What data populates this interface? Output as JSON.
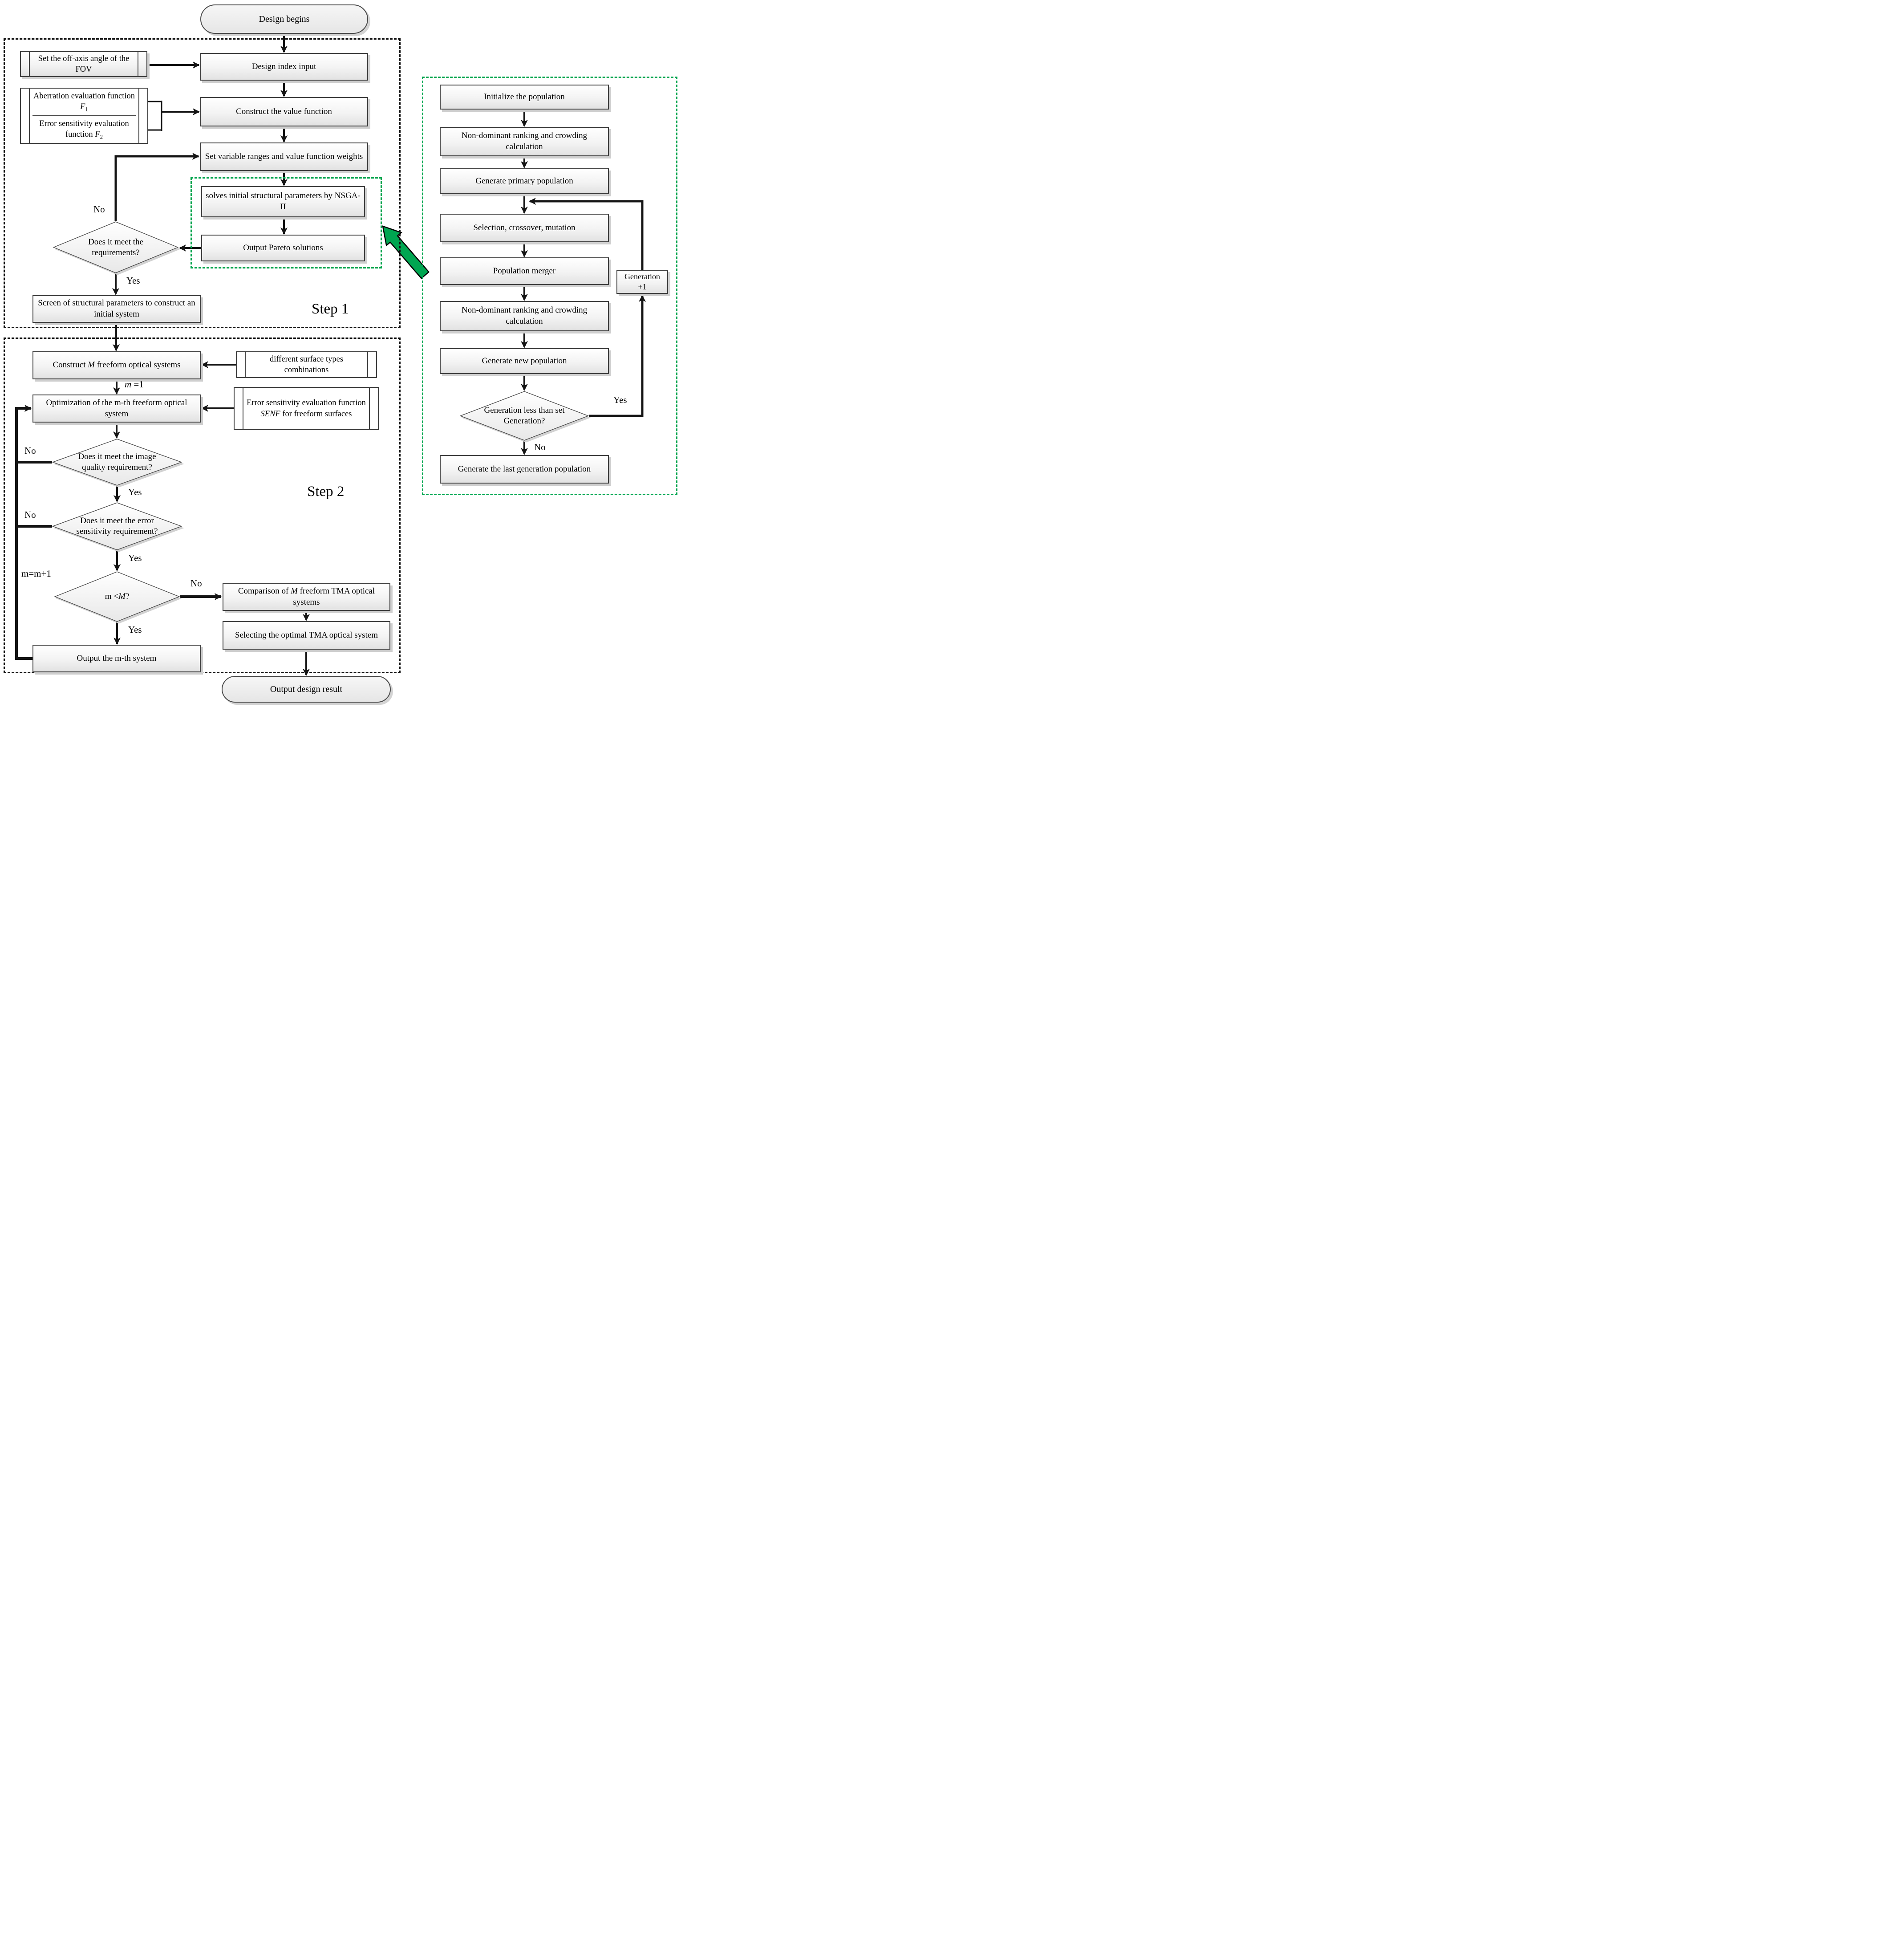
{
  "colors": {
    "accent_green": "#00a651",
    "line_black": "#141414",
    "box_border": "#3f3f3f"
  },
  "labels": {
    "yes": "Yes",
    "no": "No",
    "step1": "Step 1",
    "step2": "Step 2",
    "m_init": "<i>m</i> =1",
    "m_increment": "m=m+1"
  },
  "step1": {
    "design_begins": "Design begins",
    "off_axis": "Set the off-axis angle of the FOV",
    "design_index_input": "Design index input",
    "aberration_function": "Aberration evaluation function <i>F</i><sub>1</sub>",
    "error_function": "Error sensitivity evaluation function <i>F</i><sub>2</sub>",
    "construct_value_function": "Construct the value function",
    "set_variable_ranges": "Set variable ranges and value function weights",
    "solve_nsga": "solves initial structural parameters by NSGA-II",
    "output_pareto": "Output Pareto solutions",
    "meet_requirements": "Does it meet the requirements?",
    "screen_parameters": "Screen of structural parameters to construct an initial system"
  },
  "step2": {
    "construct_m_systems": "Construct <i>M</i> freeform optical systems",
    "surface_combinations": "different surface types combinations",
    "optimize_mth": "Optimization of the m-th freeform optical system",
    "senf_function": "Error sensitivity evaluation function <i>SENF</i> for freeform surfaces",
    "meet_image_quality": "Does it meet the image quality requirement?",
    "meet_error_sensitivity": "Does it meet the error sensitivity requirement?",
    "m_less_than_M": "m < <i>M</i> ?",
    "output_mth_system": "Output the m-th system",
    "comparison_tma": "Comparison of <i>M</i> freeform TMA optical systems",
    "selecting_optimal": "Selecting the optimal TMA optical system",
    "output_design_result": "Output design result"
  },
  "nsga": {
    "initialize": "Initialize the population",
    "ranking_1": "Non-dominant ranking and crowding calculation",
    "generate_primary": "Generate primary population",
    "selection_crossover": "Selection, crossover, mutation",
    "population_merger": "Population merger",
    "ranking_2": "Non-dominant ranking and crowding calculation",
    "generate_new": "Generate new population",
    "generation_check": "Generation less than set Generation?",
    "generate_last": "Generate the last generation population",
    "generation_plus": "Generation +1"
  }
}
